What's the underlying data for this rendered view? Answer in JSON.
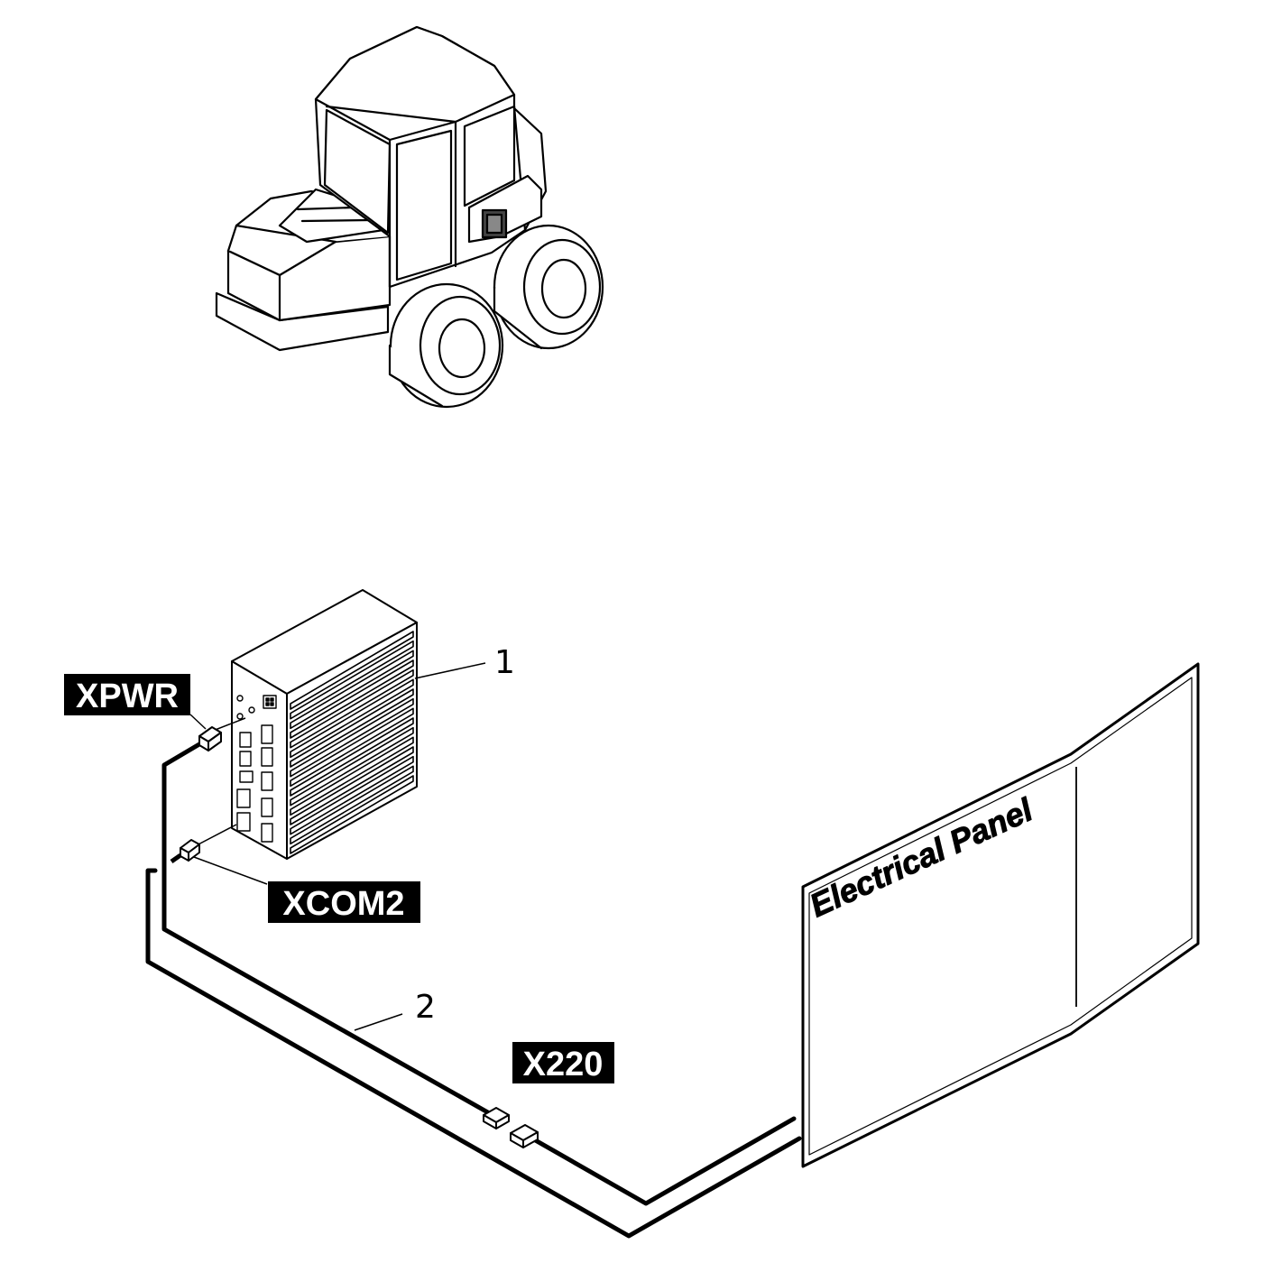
{
  "labels": {
    "xpwr": "XPWR",
    "xcom2": "XCOM2",
    "x220": "X220",
    "callout_1": "1",
    "callout_2": "2",
    "panel_title": "Electrical Panel"
  },
  "colors": {
    "line": "#000000",
    "tag_background": "#000000",
    "tag_text": "#ffffff",
    "background": "#ffffff"
  },
  "icons": [
    "machine-cab-illustration",
    "control-unit-box",
    "connector-plug-icon"
  ]
}
